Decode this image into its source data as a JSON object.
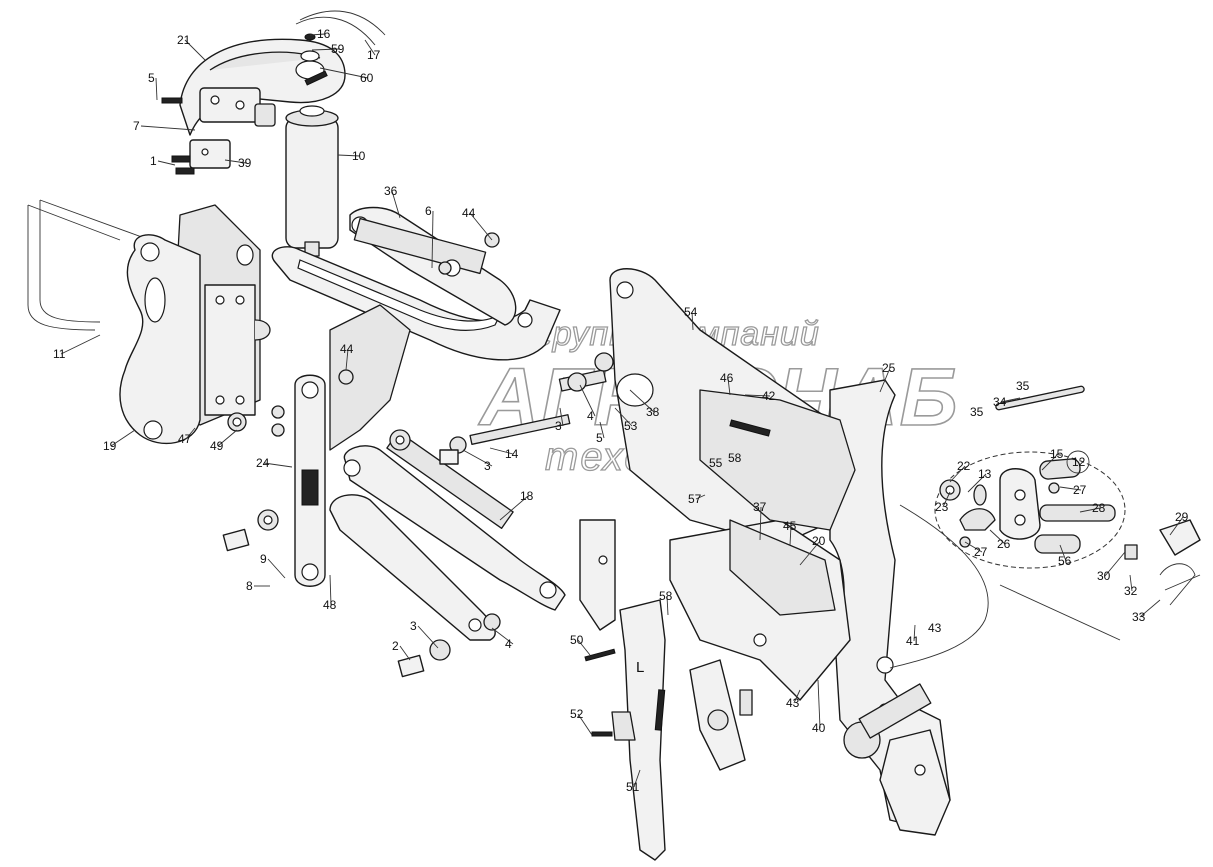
{
  "watermark": {
    "line1": "группа компаний",
    "line2": "АГРОСНАБ",
    "line3": "техсервис"
  },
  "callouts": [
    {
      "id": "c1",
      "text": "1"
    },
    {
      "id": "c2",
      "text": "2"
    },
    {
      "id": "c3a",
      "text": "3"
    },
    {
      "id": "c3b",
      "text": "3"
    },
    {
      "id": "c3c",
      "text": "3"
    },
    {
      "id": "c4a",
      "text": "4"
    },
    {
      "id": "c4b",
      "text": "4"
    },
    {
      "id": "c5a",
      "text": "5"
    },
    {
      "id": "c5b",
      "text": "5"
    },
    {
      "id": "c6",
      "text": "6"
    },
    {
      "id": "c7",
      "text": "7"
    },
    {
      "id": "c8",
      "text": "8"
    },
    {
      "id": "c9",
      "text": "9"
    },
    {
      "id": "c10",
      "text": "10"
    },
    {
      "id": "c11",
      "text": "11"
    },
    {
      "id": "c12",
      "text": "12"
    },
    {
      "id": "c13",
      "text": "13"
    },
    {
      "id": "c14",
      "text": "14"
    },
    {
      "id": "c15",
      "text": "15"
    },
    {
      "id": "c16",
      "text": "16"
    },
    {
      "id": "c17",
      "text": "17"
    },
    {
      "id": "c18",
      "text": "18"
    },
    {
      "id": "c19",
      "text": "19"
    },
    {
      "id": "c20",
      "text": "20"
    },
    {
      "id": "c21",
      "text": "21"
    },
    {
      "id": "c22",
      "text": "22"
    },
    {
      "id": "c23",
      "text": "23"
    },
    {
      "id": "c24",
      "text": "24"
    },
    {
      "id": "c25",
      "text": "25"
    },
    {
      "id": "c26",
      "text": "26"
    },
    {
      "id": "c27a",
      "text": "27"
    },
    {
      "id": "c27b",
      "text": "27"
    },
    {
      "id": "c28",
      "text": "28"
    },
    {
      "id": "c29",
      "text": "29"
    },
    {
      "id": "c30",
      "text": "30"
    },
    {
      "id": "c32",
      "text": "32"
    },
    {
      "id": "c33",
      "text": "33"
    },
    {
      "id": "c34",
      "text": "34"
    },
    {
      "id": "c35a",
      "text": "35"
    },
    {
      "id": "c35b",
      "text": "35"
    },
    {
      "id": "c36",
      "text": "36"
    },
    {
      "id": "c37",
      "text": "37"
    },
    {
      "id": "c38",
      "text": "38"
    },
    {
      "id": "c39",
      "text": "39"
    },
    {
      "id": "c40",
      "text": "40"
    },
    {
      "id": "c41",
      "text": "41"
    },
    {
      "id": "c42",
      "text": "42"
    },
    {
      "id": "c43a",
      "text": "43"
    },
    {
      "id": "c43b",
      "text": "43"
    },
    {
      "id": "c44a",
      "text": "44"
    },
    {
      "id": "c44b",
      "text": "44"
    },
    {
      "id": "c45",
      "text": "45"
    },
    {
      "id": "c46",
      "text": "46"
    },
    {
      "id": "c47",
      "text": "47"
    },
    {
      "id": "c48",
      "text": "48"
    },
    {
      "id": "c49",
      "text": "49"
    },
    {
      "id": "c50",
      "text": "50"
    },
    {
      "id": "c51",
      "text": "51"
    },
    {
      "id": "c52",
      "text": "52"
    },
    {
      "id": "c53",
      "text": "53"
    },
    {
      "id": "c54",
      "text": "54"
    },
    {
      "id": "c55",
      "text": "55"
    },
    {
      "id": "c56",
      "text": "56"
    },
    {
      "id": "c57",
      "text": "57"
    },
    {
      "id": "c58a",
      "text": "58"
    },
    {
      "id": "c58b",
      "text": "58"
    },
    {
      "id": "c59",
      "text": "59"
    },
    {
      "id": "c60",
      "text": "60"
    }
  ],
  "side_mark": "L"
}
